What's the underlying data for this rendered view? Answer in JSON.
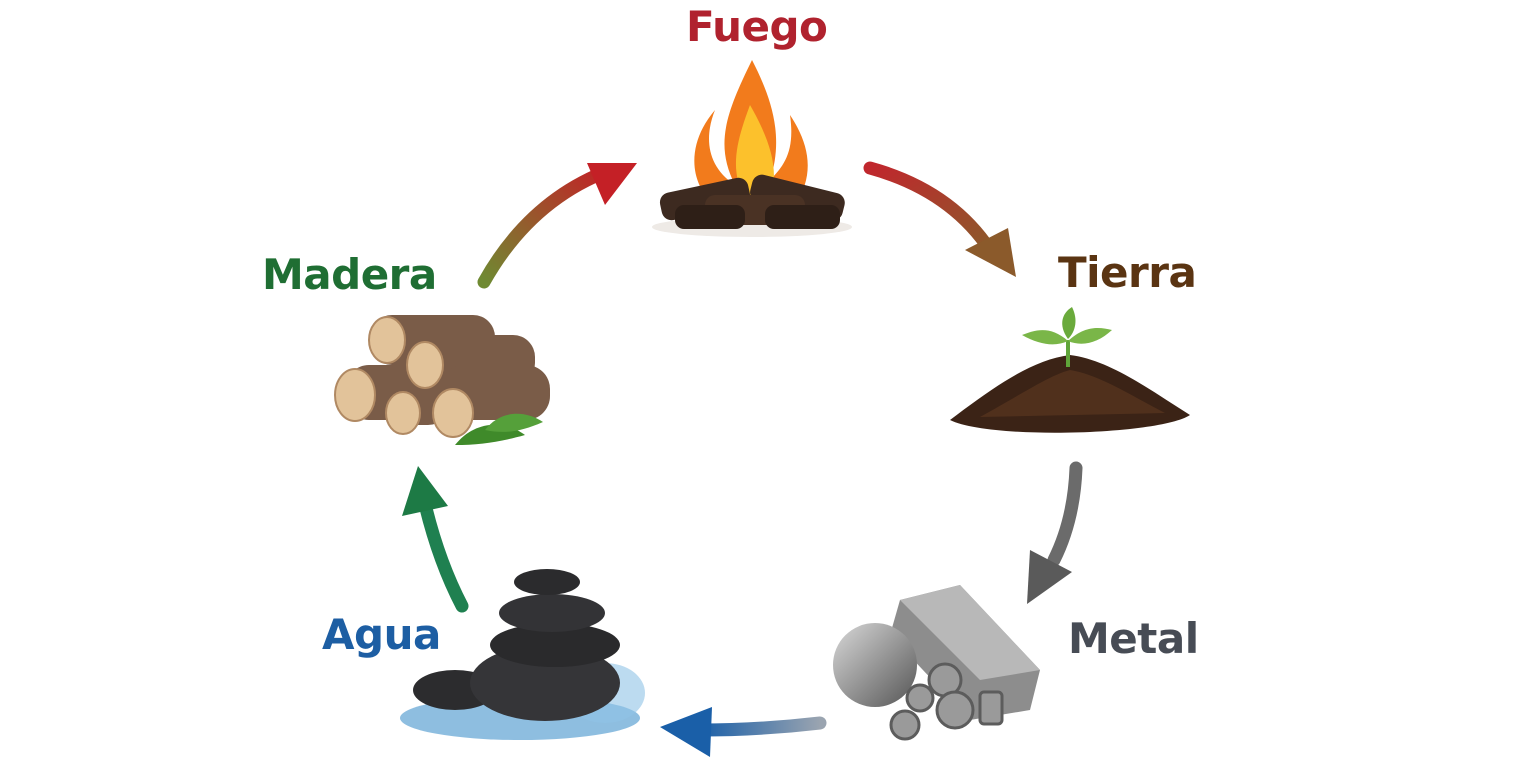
{
  "diagram": {
    "type": "cycle",
    "elements": [
      {
        "id": "fuego",
        "label": "Fuego",
        "color": "#b0222e",
        "icon": "campfire-icon"
      },
      {
        "id": "tierra",
        "label": "Tierra",
        "color": "#5a3412",
        "icon": "soil-sprout-icon"
      },
      {
        "id": "metal",
        "label": "Metal",
        "color": "#474c55",
        "icon": "metal-ingot-icon"
      },
      {
        "id": "agua",
        "label": "Agua",
        "color": "#1d5ea3",
        "icon": "stones-water-icon"
      },
      {
        "id": "madera",
        "label": "Madera",
        "color": "#1f6e33",
        "icon": "logs-icon"
      }
    ],
    "arrows": [
      {
        "from": "madera",
        "to": "fuego",
        "colors": [
          "#6f8a32",
          "#c42026"
        ]
      },
      {
        "from": "fuego",
        "to": "tierra",
        "colors": [
          "#c0272d",
          "#8b5a2b"
        ]
      },
      {
        "from": "tierra",
        "to": "metal",
        "colors": [
          "#6b6b6b",
          "#5a5a5a"
        ]
      },
      {
        "from": "metal",
        "to": "agua",
        "colors": [
          "#8a97a8",
          "#1a5fa8"
        ]
      },
      {
        "from": "agua",
        "to": "madera",
        "colors": [
          "#1f8050",
          "#1d7a45"
        ]
      }
    ]
  }
}
